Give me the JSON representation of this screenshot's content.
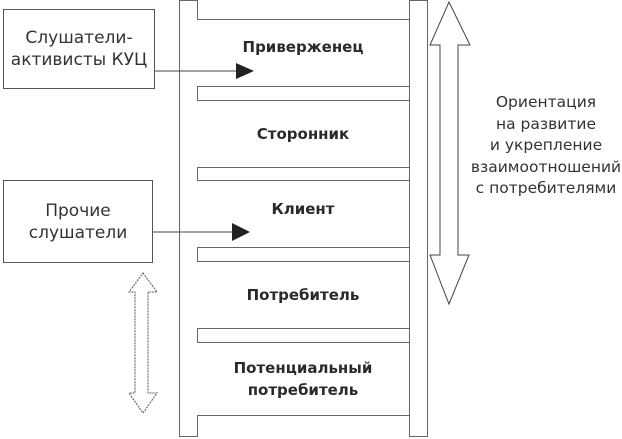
{
  "diagram": {
    "ladder_steps": [
      {
        "label": "Приверженец"
      },
      {
        "label": "Сторонник"
      },
      {
        "label": "Клиент"
      },
      {
        "label": "Потребитель"
      },
      {
        "label": "Потенциальный потребитель"
      }
    ],
    "side_boxes": [
      {
        "label": "Слушатели-активисты КУЦ",
        "points_to": "Приверженец"
      },
      {
        "label": "Прочие слушатели",
        "points_to": "Клиент"
      }
    ],
    "right_note": [
      "Ориентация",
      "на развитие",
      "и укрепление",
      "взаимоотношений",
      "с потребителями"
    ],
    "arrows": {
      "right_double_arrow": "bidirectional",
      "left_double_arrow": "bidirectional"
    }
  }
}
